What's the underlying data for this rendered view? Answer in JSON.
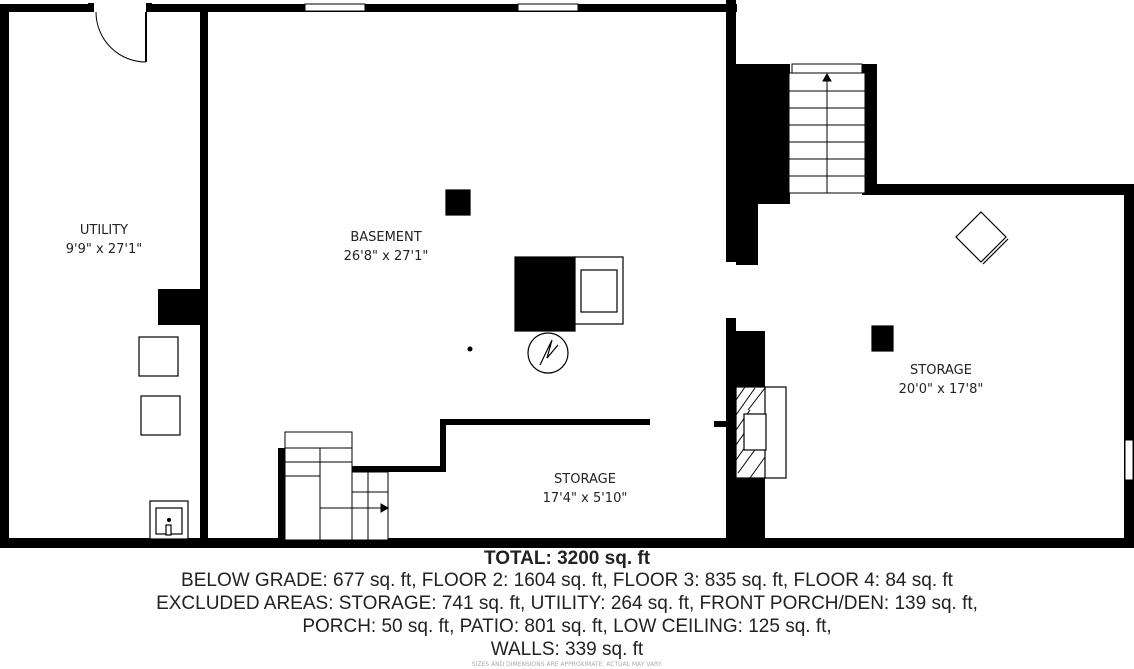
{
  "rooms": [
    {
      "name": "UTILITY",
      "dims": "9'9\" x 27'1\""
    },
    {
      "name": "BASEMENT",
      "dims": "26'8\" x 27'1\""
    },
    {
      "name": "STORAGE",
      "dims": "17'4\" x 5'10\""
    },
    {
      "name": "STORAGE",
      "dims": "20'0\" x 17'8\""
    }
  ],
  "summary": {
    "total": "TOTAL: 3200 sq. ft",
    "lines": [
      "BELOW GRADE: 677 sq. ft, FLOOR 2: 1604 sq. ft, FLOOR 3: 835 sq. ft, FLOOR 4: 84 sq. ft",
      "EXCLUDED AREAS: STORAGE: 741 sq. ft, UTILITY: 264 sq. ft, FRONT PORCH/DEN: 139 sq. ft,",
      "PORCH: 50 sq. ft, PATIO: 801 sq. ft, LOW CEILING: 125 sq. ft,",
      "WALLS: 339 sq. ft"
    ],
    "disclaimer": "SIZES AND DIMENSIONS ARE APPROXIMATE. ACTUAL MAY VARY."
  }
}
